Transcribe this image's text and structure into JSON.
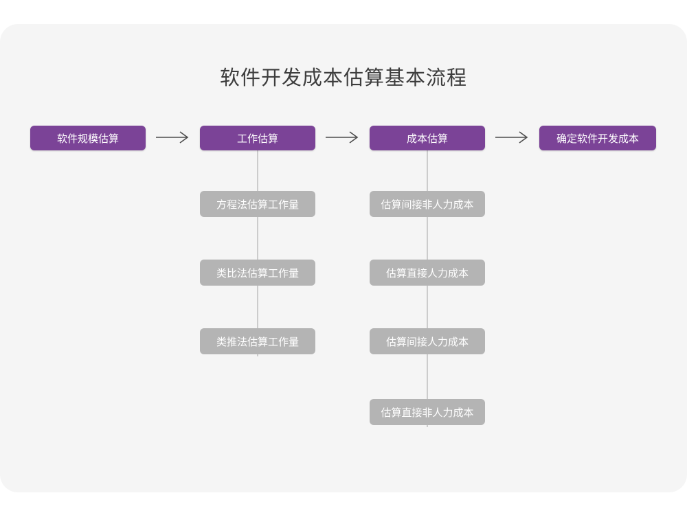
{
  "diagram": {
    "title": "软件开发成本估算基本流程",
    "colors": {
      "page_background": "#ffffff",
      "card_background": "#f5f5f5",
      "primary_node": "#7b4397",
      "sub_node": "#b4b4b4",
      "node_text": "#ffffff",
      "title_text": "#3d3d3d",
      "connector": "#cccccc",
      "arrow": "#4d4d4d"
    },
    "main_flow": [
      {
        "id": "step-1",
        "label": "软件规模估算"
      },
      {
        "id": "step-2",
        "label": "工作估算"
      },
      {
        "id": "step-3",
        "label": "成本估算"
      },
      {
        "id": "step-4",
        "label": "确定软件开发成本"
      }
    ],
    "arrows": [
      {
        "id": "arrow-1",
        "glyph": "right-arrow-icon"
      },
      {
        "id": "arrow-2",
        "glyph": "right-arrow-icon"
      },
      {
        "id": "arrow-3",
        "glyph": "right-arrow-icon"
      }
    ],
    "effort_branch": {
      "parent": "工作估算",
      "items": [
        {
          "label": "方程法估算工作量"
        },
        {
          "label": "类比法估算工作量"
        },
        {
          "label": "类推法估算工作量"
        }
      ]
    },
    "cost_branch": {
      "parent": "成本估算",
      "items": [
        {
          "label": "估算间接非人力成本"
        },
        {
          "label": "估算直接人力成本"
        },
        {
          "label": "估算间接人力成本"
        },
        {
          "label": "估算直接非人力成本"
        }
      ]
    }
  }
}
